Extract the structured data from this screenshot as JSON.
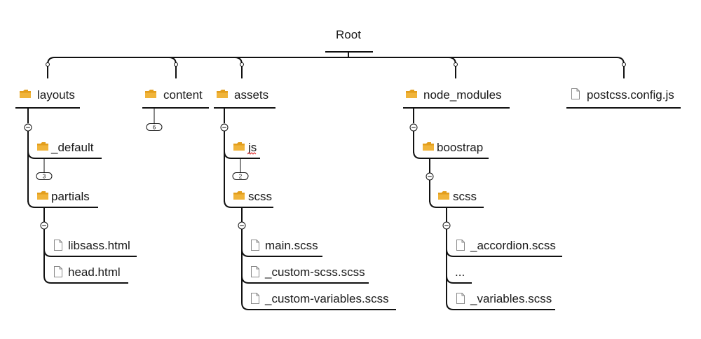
{
  "root": {
    "label": "Root"
  },
  "nodes": {
    "layouts": {
      "label": "layouts",
      "icon": "folder-icon"
    },
    "default": {
      "label": "_default",
      "icon": "folder-icon",
      "count": "3"
    },
    "partials": {
      "label": "partials",
      "icon": "folder-icon"
    },
    "libsass": {
      "label": "libsass.html",
      "icon": "file-icon"
    },
    "head": {
      "label": "head.html",
      "icon": "file-icon"
    },
    "content": {
      "label": "content",
      "icon": "folder-icon",
      "count": "6"
    },
    "assets": {
      "label": "assets",
      "icon": "folder-icon"
    },
    "js": {
      "label": "js",
      "icon": "folder-icon",
      "count": "2"
    },
    "scss": {
      "label": "scss",
      "icon": "folder-icon"
    },
    "main_scss": {
      "label": "main.scss",
      "icon": "file-icon"
    },
    "custom_scss": {
      "label": "_custom-scss.scss",
      "icon": "file-icon"
    },
    "custom_variables": {
      "label": "_custom-variables.scss",
      "icon": "file-icon"
    },
    "node_modules": {
      "label": "node_modules",
      "icon": "folder-icon"
    },
    "boostrap": {
      "label": "boostrap",
      "icon": "folder-icon"
    },
    "boostrap_scss": {
      "label": "scss",
      "icon": "folder-icon"
    },
    "accordion": {
      "label": "_accordion.scss",
      "icon": "file-icon"
    },
    "ellipsis": {
      "label": "..."
    },
    "variables": {
      "label": "_variables.scss",
      "icon": "file-icon"
    },
    "postcss": {
      "label": "postcss.config.js",
      "icon": "file-icon"
    }
  },
  "colors": {
    "folder": "#F0B43A",
    "folder_tab": "#E39E1C",
    "line": "#111111",
    "file": "#8a8a8a"
  }
}
